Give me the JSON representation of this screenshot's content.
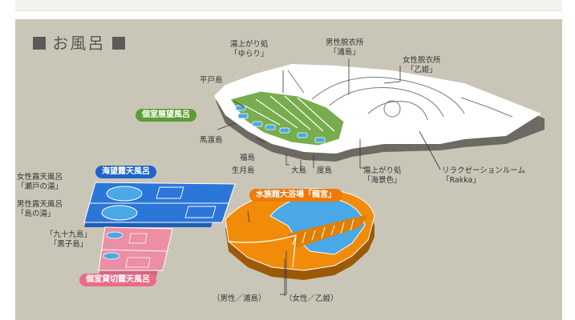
{
  "title": "お風呂",
  "colors": {
    "panel": "#cac6b7",
    "observation": "#77ad4e",
    "seaview": "#2b76d8",
    "private": "#ec8ea4",
    "dragon": "#f08c0a",
    "pool": "#4aa8e6"
  },
  "pills": {
    "observation": "個室展望風呂",
    "seaview": "海望露天風呂",
    "private": "個室貸切露天風呂",
    "dragon": "水族館大浴場「龍宮」"
  },
  "labels": {
    "yuagari_yurari": [
      "湯上がり処",
      "「ゆらり」"
    ],
    "men_dressing": [
      "男性脱衣所",
      "「浦島」"
    ],
    "women_dressing": [
      "女性脱衣所",
      "「乙姫」"
    ],
    "hirado": "平戸島",
    "madara": "馬渡島",
    "fukushima": "福島",
    "ikitsuki": "生月島",
    "oshima": "大島",
    "takushima": "度島",
    "yuagari_kaikeishoku": [
      "湯上がり処",
      "「海景色」"
    ],
    "relax": [
      "リラクゼーションルーム",
      "「Rakka」"
    ],
    "women_open": [
      "女性露天風呂",
      "「瀬戸の湯」"
    ],
    "men_open": [
      "男性露天風呂",
      "「島の湯」"
    ],
    "private_rooms": [
      "「九十九島」",
      "「黒子島」"
    ],
    "men_urashima": "（男性／浦島）",
    "women_otohime": "（女性／乙姫）"
  }
}
